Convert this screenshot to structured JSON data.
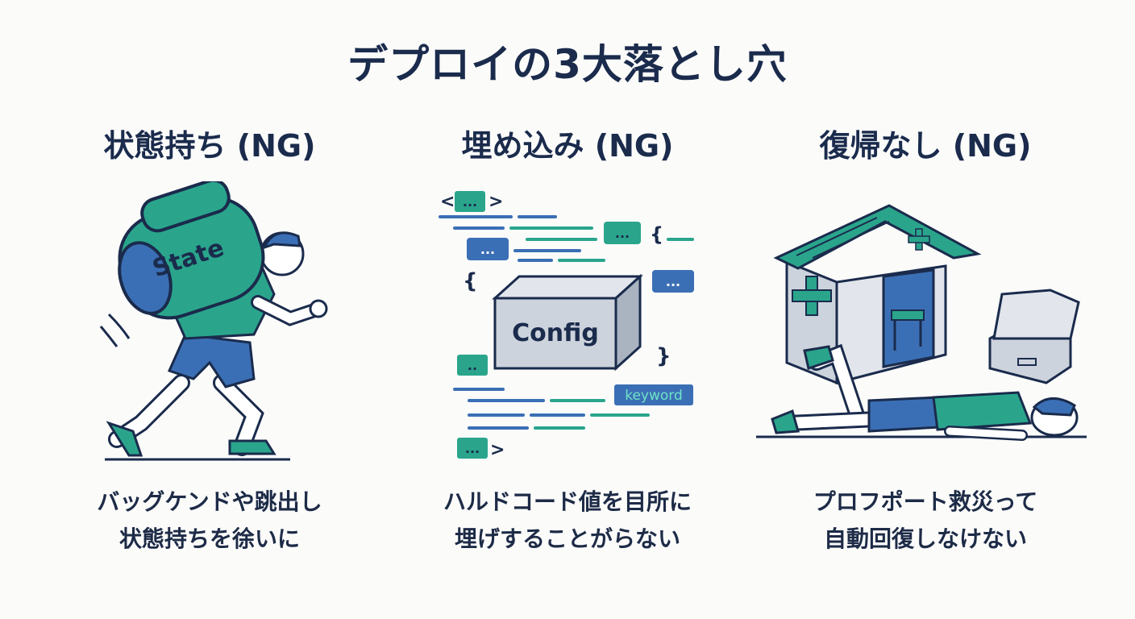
{
  "title": "デプロイの3大落とし穴",
  "panels": [
    {
      "heading": "状態持ち (NG)",
      "illustration_label": "State",
      "caption_lines": [
        "バッグケンドや跳出し",
        "状態持ちを徐いに"
      ]
    },
    {
      "heading": "埋め込み (NG)",
      "illustration_label": "Config",
      "keyword_label": "keyword",
      "code_tokens": {
        "tag_open": "<",
        "tag_close": ">",
        "ellipsis": "...",
        "ellipsis_short": "..",
        "brace_open": "{",
        "brace_close": "}"
      },
      "caption_lines": [
        "ハルドコード値を目所に",
        "埋げすることがらない"
      ]
    },
    {
      "heading": "復帰なし (NG)",
      "caption_lines": [
        "プロフポート救災って",
        "自動回復しなけない"
      ]
    }
  ],
  "colors": {
    "navy": "#1a2b4c",
    "teal": "#2aa58c",
    "blue": "#3b6fb5",
    "gray": "#cdd3dc"
  }
}
